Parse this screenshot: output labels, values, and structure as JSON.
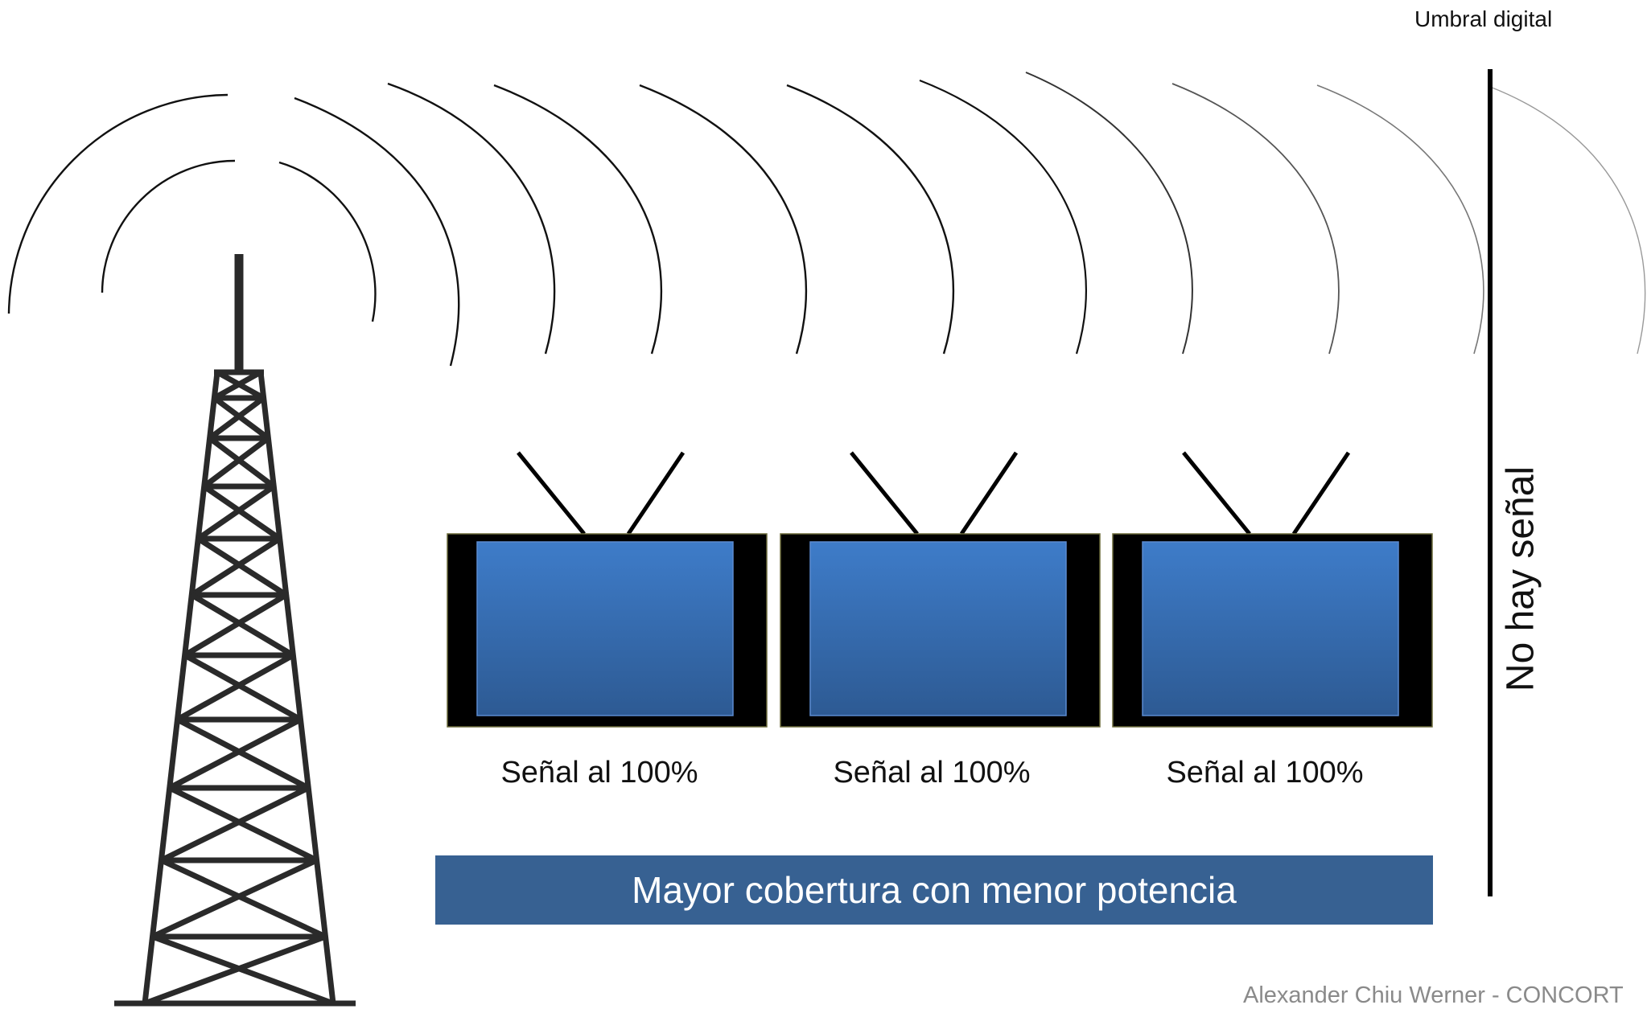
{
  "threshold_label": "Umbral digital",
  "no_signal_label": "No hay señal",
  "tvs": [
    {
      "signal_label": "Señal al 100%"
    },
    {
      "signal_label": "Señal al 100%"
    },
    {
      "signal_label": "Señal al 100%"
    }
  ],
  "banner_text": "Mayor cobertura con menor potencia",
  "credit": "Alexander Chiu Werner - CONCORT",
  "colors": {
    "banner": "#376192",
    "screen_top": "#3e7cc9",
    "screen_bottom": "#2d5a93",
    "tv_frame": "#000000",
    "lines": "#222222"
  },
  "icons": [
    "broadcast-tower-icon",
    "signal-wave-icon",
    "tv-icon",
    "antenna-icon"
  ]
}
